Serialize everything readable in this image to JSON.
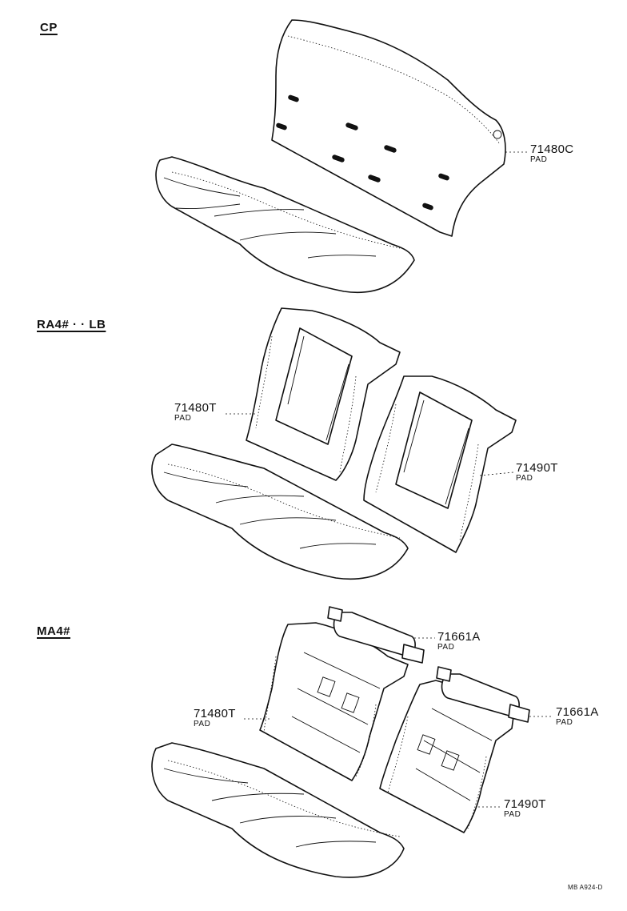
{
  "sections": [
    {
      "label": "CP"
    },
    {
      "label": "RA4# · · LB"
    },
    {
      "label": "MA4#"
    }
  ],
  "callouts": [
    {
      "part_no": "71480C",
      "desc": "PAD"
    },
    {
      "part_no": "71480T",
      "desc": "PAD"
    },
    {
      "part_no": "71490T",
      "desc": "PAD"
    },
    {
      "part_no": "71661A",
      "desc": "PAD"
    },
    {
      "part_no": "71480T",
      "desc": "PAD"
    },
    {
      "part_no": "71661A",
      "desc": "PAD"
    },
    {
      "part_no": "71490T",
      "desc": "PAD"
    }
  ],
  "diagram_code": "MB  A924-D"
}
